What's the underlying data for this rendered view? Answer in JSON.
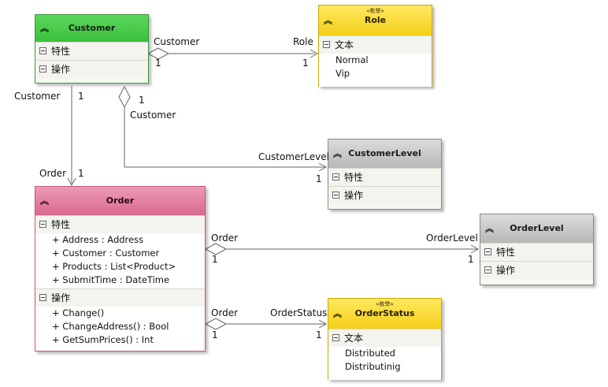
{
  "classes": {
    "customer": {
      "title": "Customer",
      "properties_label": "特性",
      "operations_label": "操作",
      "color": "#3cc03c"
    },
    "role": {
      "stereotype": "«枚举»",
      "title": "Role",
      "text_label": "文本",
      "values": [
        "Normal",
        "Vip"
      ],
      "color": "#f4cf18"
    },
    "customer_level": {
      "title": "CustomerLevel",
      "properties_label": "特性",
      "operations_label": "操作",
      "color": "#b8b8b8"
    },
    "order": {
      "title": "Order",
      "properties_label": "特性",
      "properties": [
        "+ Address : Address",
        "+ Customer : Customer",
        "+ Products : List<Product>",
        "+ SubmitTime : DateTime"
      ],
      "operations_label": "操作",
      "operations": [
        "+ Change()",
        "+ ChangeAddress() : Bool",
        "+ GetSumPrices() : Int"
      ],
      "color": "#d9698f"
    },
    "order_level": {
      "title": "OrderLevel",
      "properties_label": "特性",
      "operations_label": "操作",
      "color": "#b8b8b8"
    },
    "order_status": {
      "stereotype": "«枚举»",
      "title": "OrderStatus",
      "text_label": "文本",
      "values": [
        "Distributed",
        "Distributinig"
      ],
      "color": "#f4cf18"
    }
  },
  "associations": {
    "customer_role": {
      "source_role": "Customer",
      "source_mult": "1",
      "target_role": "Role",
      "target_mult": "1"
    },
    "customer_order": {
      "source_role": "Customer",
      "source_mult": "1",
      "target_role": "Order",
      "target_mult": "1"
    },
    "customer_level": {
      "source_mult": "1",
      "source_role": "Customer",
      "target_role": "CustomerLevel",
      "target_mult": "1"
    },
    "order_level": {
      "source_role": "Order",
      "source_mult": "1",
      "target_role": "OrderLevel",
      "target_mult": "1"
    },
    "order_status": {
      "source_role": "Order",
      "source_mult": "1",
      "target_role": "OrderStatus",
      "target_mult": "1"
    }
  }
}
